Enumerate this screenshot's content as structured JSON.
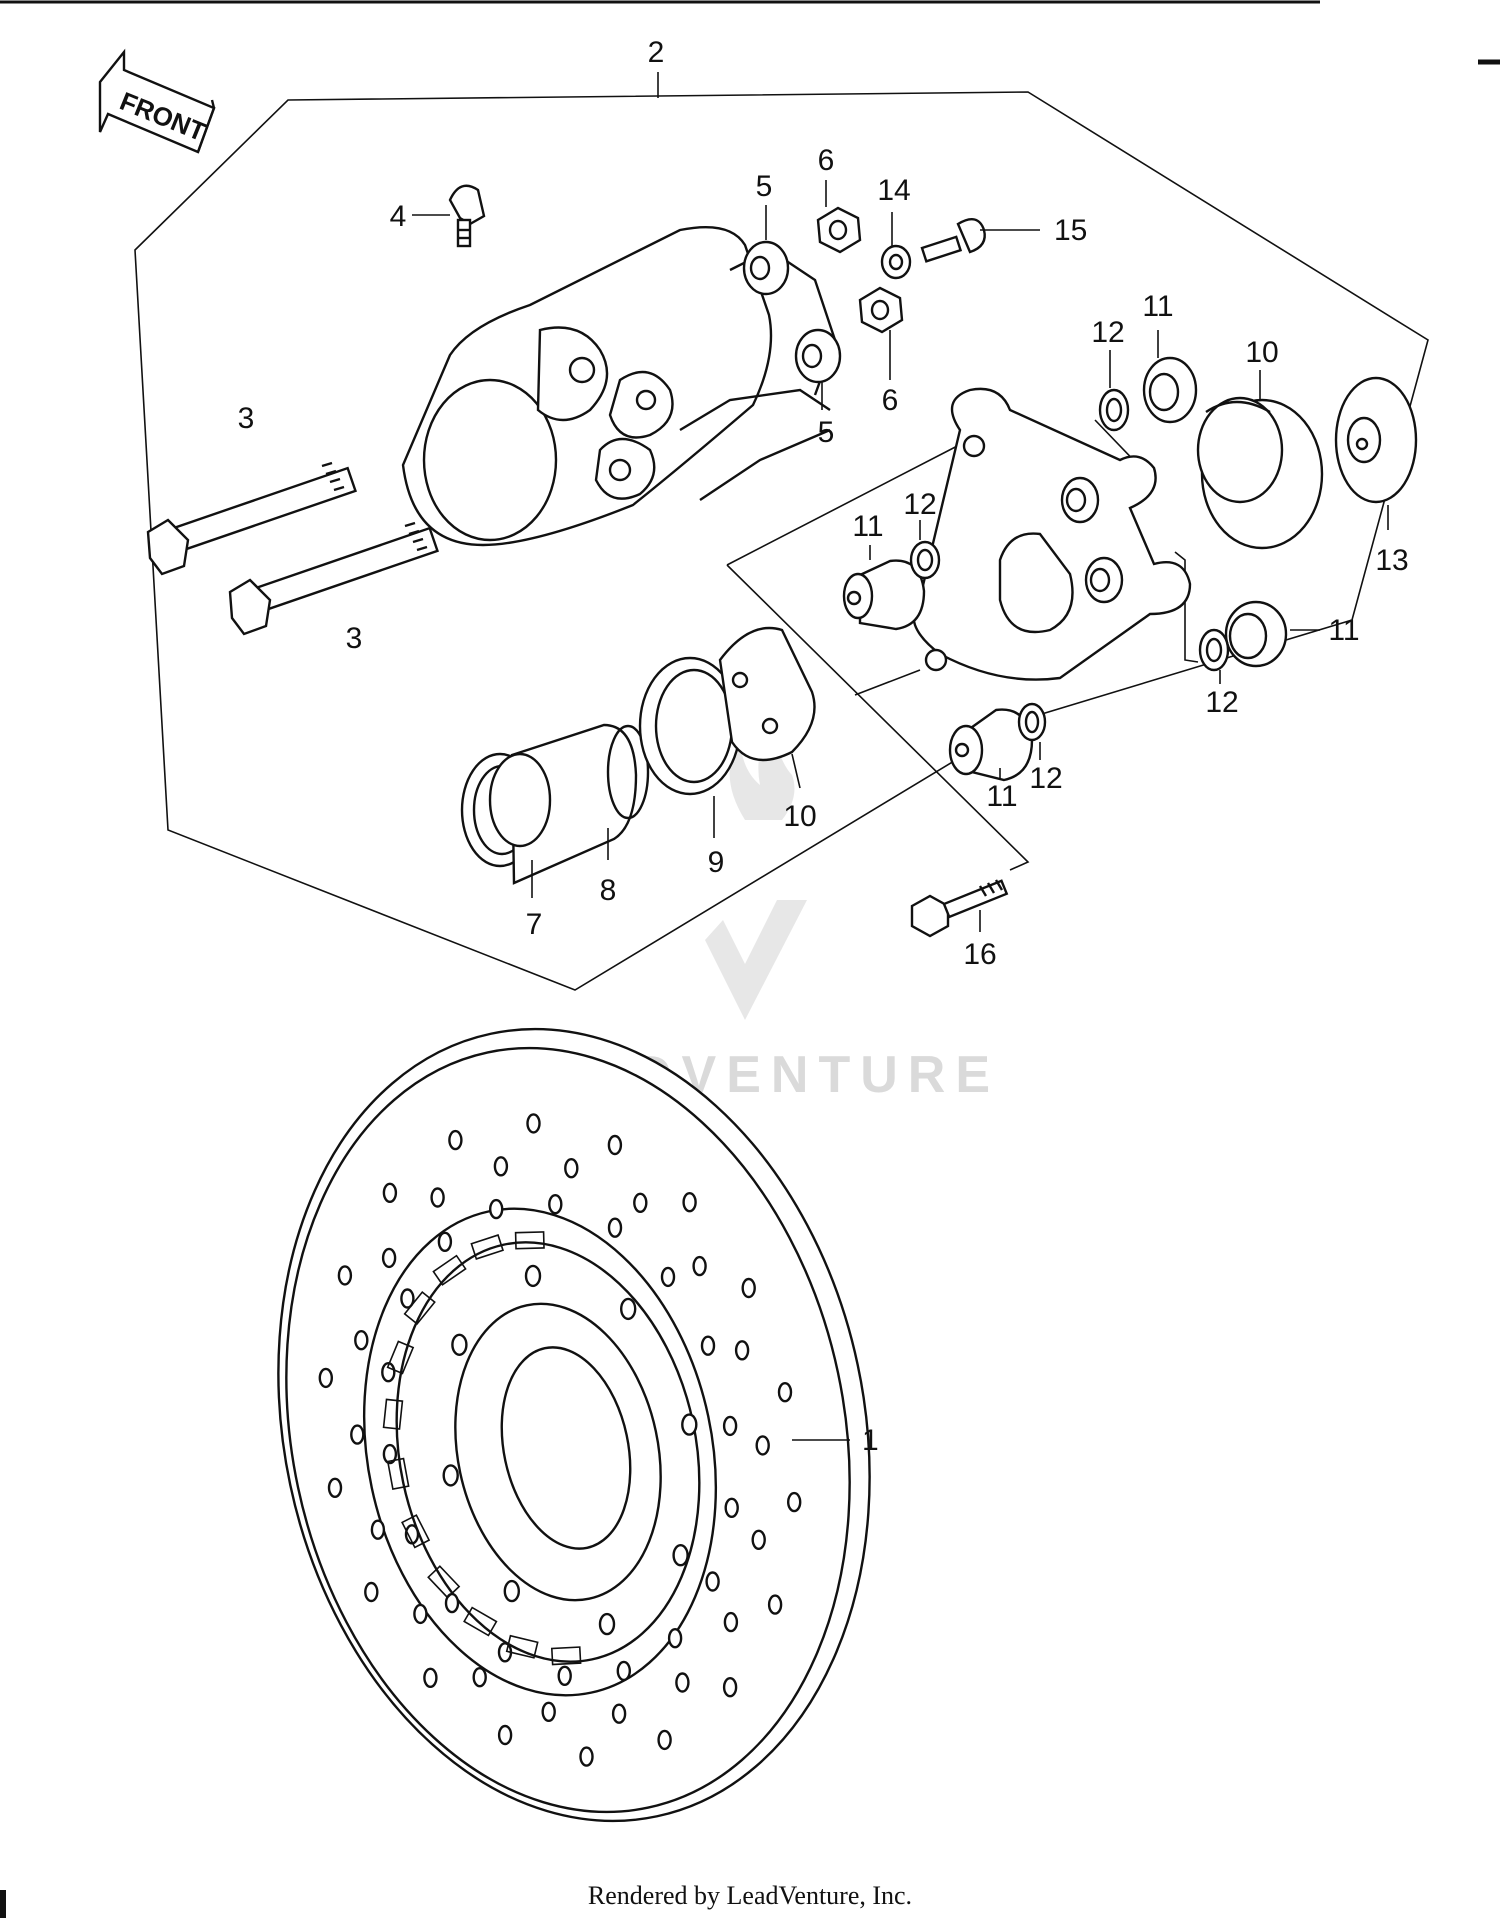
{
  "front_arrow_label": "FRONT",
  "labels": {
    "p1": "1",
    "p2": "2",
    "p3a": "3",
    "p3b": "3",
    "p4": "4",
    "p5a": "5",
    "p5b": "5",
    "p6a": "6",
    "p6b": "6",
    "p7": "7",
    "p8": "8",
    "p9": "9",
    "p10a": "10",
    "p10b": "10",
    "p11a": "11",
    "p11b": "11",
    "p11c": "11",
    "p11d": "11",
    "p12a": "12",
    "p12b": "12",
    "p12c": "12",
    "p12d": "12",
    "p13": "13",
    "p14": "14",
    "p15": "15",
    "p16": "16"
  },
  "watermark": "LEADVENTURE",
  "footer": "Rendered by LeadVenture, Inc.",
  "colors": {
    "line": "#111111",
    "background": "#ffffff",
    "watermark": "#d6d6d6"
  }
}
